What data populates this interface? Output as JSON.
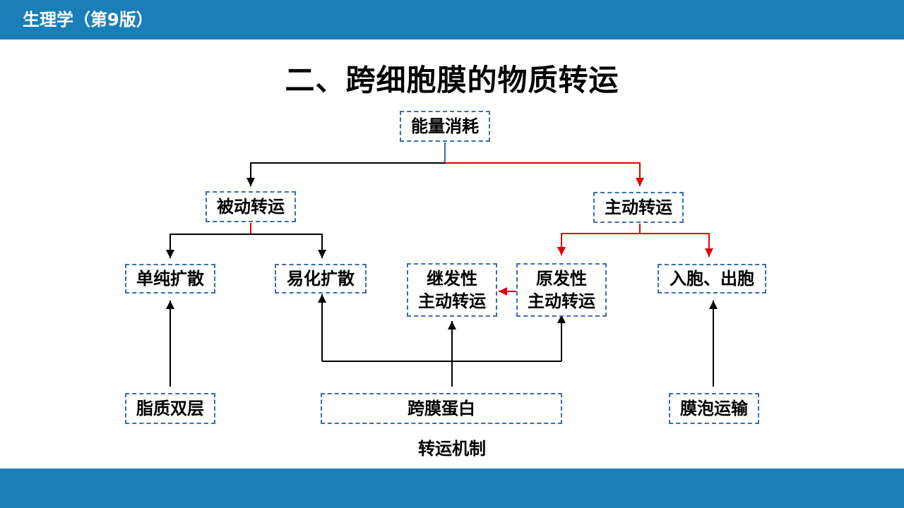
{
  "header": {
    "book_title": "生理学（第9版）"
  },
  "title": "二、跨细胞膜的物质转运",
  "nodes": {
    "energy": "能量消耗",
    "passive": "被动转运",
    "active": "主动转运",
    "simple_diffusion": "单纯扩散",
    "facilitated_diffusion": "易化扩散",
    "secondary_active": "继发性\n主动转运",
    "primary_active": "原发性\n主动转运",
    "endo_exo": "入胞、出胞",
    "lipid_bilayer": "脂质双层",
    "membrane_protein": "跨膜蛋白",
    "vesicle_transport": "膜泡运输"
  },
  "caption": "转运机制",
  "colors": {
    "bar": "#1a7fb8",
    "node_border": "#3b6db0",
    "red_line": "#e00000",
    "black_line": "#000000"
  }
}
